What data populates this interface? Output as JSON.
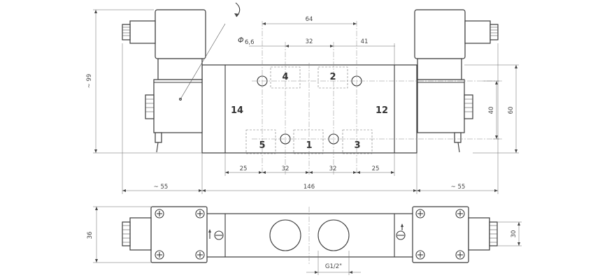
{
  "ports": {
    "p4": "4",
    "p2": "2",
    "p14": "14",
    "p12": "12",
    "p5": "5",
    "p1": "1",
    "p3": "3"
  },
  "dims": {
    "d64": "64",
    "d32_top": "32",
    "d41": "41",
    "phi": "Φ",
    "d66": "6,6",
    "d99": "~ 99",
    "d40": "40",
    "d60": "60",
    "d25_left": "25",
    "d32_bl": "32",
    "d32_br": "32",
    "d25_right": "25",
    "d55_left": "~ 55",
    "d146": "146",
    "d55_right": "~ 55",
    "d36": "36",
    "d30": "30",
    "g12": "G1/2\""
  },
  "colors": {
    "line": "#3a3a3a",
    "background": "#ffffff"
  }
}
